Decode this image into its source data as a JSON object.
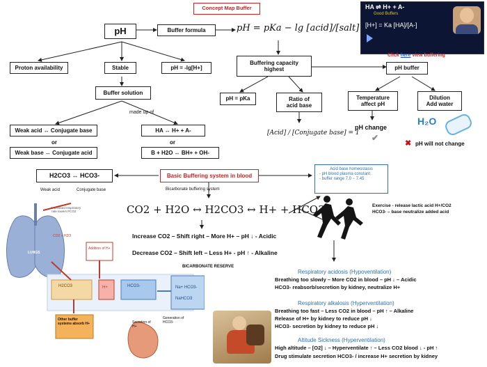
{
  "title": "Concept Map Buffer",
  "nodes": {
    "ph": "pH",
    "buffer_formula": "Buffer formula",
    "formula_main": "pH = pKa − lg [acid]/[salt]",
    "proton_availability": "Proton availability",
    "stable": "Stable",
    "ph_log": "pH = -lg[H+]",
    "buffering_capacity": "Buffering capacity highest",
    "ph_buffer": "pH buffer",
    "buffer_solution": "Buffer solution",
    "ph_pka": "pH = pKa",
    "ratio": "Ratio of acid base",
    "temperature": "Temperature affect pH",
    "dilution": "Dilution Add water",
    "made_up_of": "made up of",
    "weak_acid": "Weak acid ↔ Conjugate base",
    "or1": "or",
    "weak_base": "Weak base ↔ Conjugate acid",
    "ha_eq": "HA ↔ H+ + A-",
    "or2": "or",
    "b_eq": "B + H2O ↔ BH+ + OH-",
    "ratio_eq": "[Acid] / [Conjugate base] = 1",
    "ph_change": "pH change",
    "ph_not_change": "pH will not change",
    "h2co3": "H2CO3 ↔ HCO3-",
    "weak_acid_label": "Weak acid",
    "conj_base_label": "Conjugate base",
    "basic_buffering": "Basic Buffering system in blood",
    "bicarbonate_label": "Bicarbonate buffering system",
    "acid_base_title": "Acid base homeostasis",
    "acid_base_l1": "- pH blood plasma constant",
    "acid_base_l2": "- buffer range 7.0 − 7.45",
    "main_equation": "CO2 + H2O ↔ H2CO3 ↔ H+ + HCO3-",
    "increase_line": "Increase CO2 – Shift right – More H+ – pH ↓ - Acidic",
    "decrease_line": "Decrease CO2 – Shift left – Less H+ - pH ↑ - Alkaline",
    "bicarb_reserve": "BICARBONATE RESERVE",
    "exercise_l1": "Exercise - release lactic acid H+/CO2",
    "exercise_l2": "HCO3- – base neutralize added acid",
    "resp_acid_title": "Respiratory acidosis (Hypoventilation)",
    "resp_acid_l1": "Breathing too slowly – More CO2 in blood – pH ↓ – Acidic",
    "resp_acid_l2": "HCO3- reabsorb/secretion by kidney, neutralize H+",
    "resp_alk_title": "Respiratory alkalosis (Hyperventilation)",
    "resp_alk_l1": "Breathing too fast – Less CO2 in blood – pH ↑ – Alkaline",
    "resp_alk_l2": "Release of H+ by kidney to reduce pH ↓",
    "resp_alk_l3": "HCO3- secretion by kidney to reduce pH ↓",
    "altitude_title": "Altitude Sickness (Hyperventilation)",
    "altitude_l1": "High altitude – [O2] ↓ – Hyperventilate ↑ – Less CO2 blood ↓ - pH ↑",
    "altitude_l2": "Drug stimulate secretion HCO3- / increase H+ secretion by kidney"
  },
  "video": {
    "header": "HA ⇌ H+ + A-",
    "sub": "Good Buffers",
    "formula": "[H+] = Ka [HA]/[A-]",
    "link_prefix": "Click",
    "link_word": "here",
    "link_suffix": "view buffering"
  },
  "illustration": {
    "lungs_label": "LUNGS",
    "resp_rate": "Increased respiratory rate lowers PCO2",
    "co2_h2o": "CO2 + H2O",
    "addition_h": "Addition of H+",
    "h2co3_small": "H2CO3",
    "h_small": "H+",
    "hco3_small": "HCO3-",
    "na_hco3": "Na+ HCO3-",
    "nahco3": "NaHCO3",
    "other_buffer": "Other buffer systems absorb H+",
    "generation": "Generation of HCO3-",
    "secretion": "Secretion of H+"
  }
}
